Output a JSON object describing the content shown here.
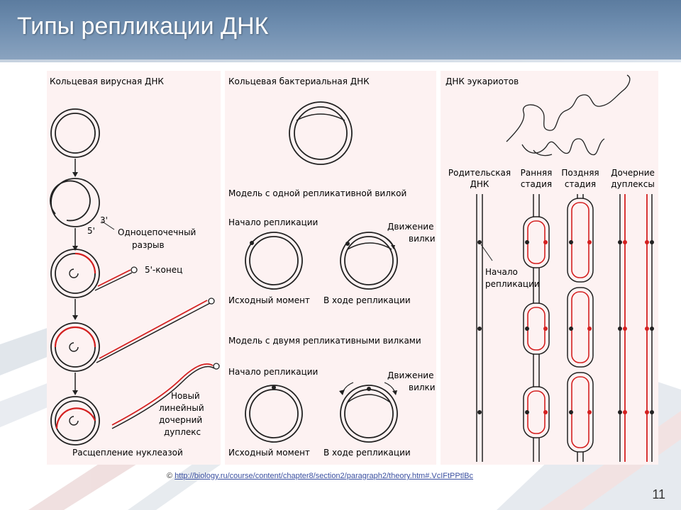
{
  "slide": {
    "title": "Типы репликации ДНК",
    "source_symbol": "©",
    "source_url": "http://biology.ru/course/content/chapter8/section2/paragraph2/theory.htm#.VcIFtPPtlBc",
    "page_number": "11"
  },
  "panel_viral": {
    "heading": "Кольцевая вирусная ДНК",
    "label_3prime": "3'",
    "label_5prime": "5'",
    "nick_line1": "Одноцепочечный",
    "nick_line2": "разрыв",
    "five_end": "5'-конец",
    "new_line1": "Новый",
    "new_line2": "линейный",
    "new_line3": "дочерний",
    "new_line4": "дуплекс",
    "cleavage": "Расщепление нуклеазой"
  },
  "panel_bacterial": {
    "heading": "Кольцевая бактериальная ДНК",
    "model_one": "Модель с одной репликативной вилкой",
    "origin_1": "Начало репликации",
    "move_1a": "Движение",
    "move_1b": "вилки",
    "initial_1": "Исходный момент",
    "during_1": "В ходе репликации",
    "model_two": "Модель с двумя репликативными вилками",
    "origin_2": "Начало репликации",
    "move_2a": "Движение",
    "move_2b": "вилки",
    "initial_2": "Исходный момент",
    "during_2": "В ходе репликации"
  },
  "panel_eukaryotic": {
    "heading": "ДНК эукариотов",
    "col1_a": "Родительская",
    "col1_b": "ДНК",
    "col2_a": "Ранняя",
    "col2_b": "стадия",
    "col3_a": "Поздняя",
    "col3_b": "стадия",
    "col4_a": "Дочерние",
    "col4_b": "дуплексы",
    "origin_a": "Начало",
    "origin_b": "репликации"
  },
  "colors": {
    "header": "#6f8eb0",
    "figure_bg": "#fdf2f2",
    "new_strand": "#d42020",
    "dna": "#222222"
  },
  "icons": {
    "copyright": "copyright-symbol"
  }
}
